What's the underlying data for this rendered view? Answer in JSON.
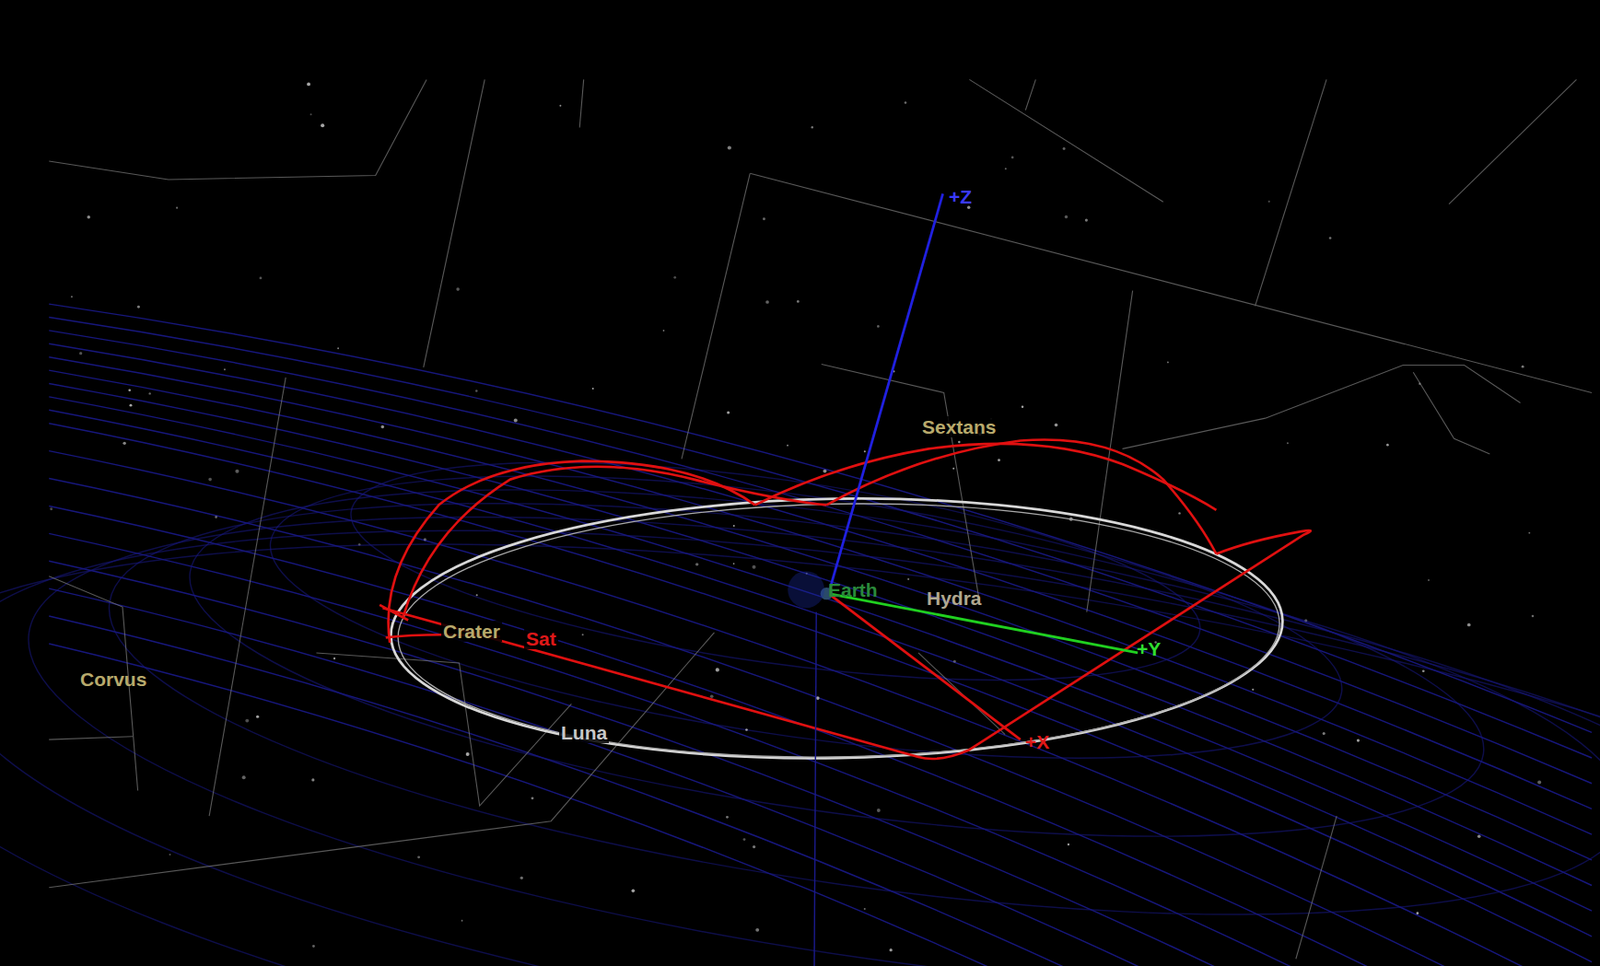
{
  "diagram": {
    "labels": [
      "+Z",
      "Sextans",
      "Earth",
      "Hydra",
      "+Y",
      "Crater",
      "Sat",
      "Corvus",
      "Luna",
      "+X"
    ]
  }
}
